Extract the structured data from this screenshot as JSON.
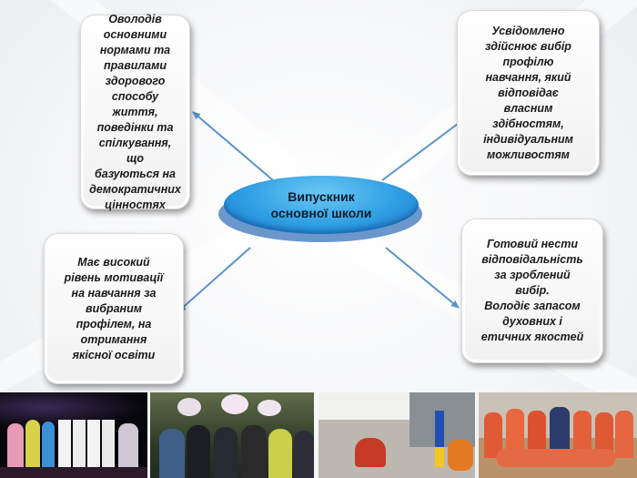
{
  "diagram": {
    "center": {
      "label": "Випускник\nосновної школи"
    },
    "nodes": {
      "top_left": "Оволодів\nосновними\nнормами та\nправилами\nздорового\nспособу життя,\nповедінки та\nспілкування, що\nбазуються на\nдемократичних\nцінностях",
      "top_right": "Усвідомлено\nздійснює вибір\nпрофілю\nнавчання, який\nвідповідає\nвласним\nздібностям,\nіндивідуальним\nможливостям",
      "bottom_left": "Має високий\nрівень мотивації\nна навчання за\nвибраним\nпрофілем, на\nотримання\nякісної освіти",
      "bottom_right": "Готовий нести\nвідповідальність\nза зроблений\nвибір.\nВолодіє запасом\nдуховних і\nетичних якостей"
    }
  },
  "photos": [
    {
      "icon": "school-concert-photo"
    },
    {
      "icon": "students-group-photo"
    },
    {
      "icon": "outdoor-performance-photo"
    },
    {
      "icon": "gym-team-photo"
    }
  ],
  "colors": {
    "center_fill": "#2f9fe4",
    "center_shadow": "#5b8cc8",
    "arrow": "#5b93c9"
  }
}
